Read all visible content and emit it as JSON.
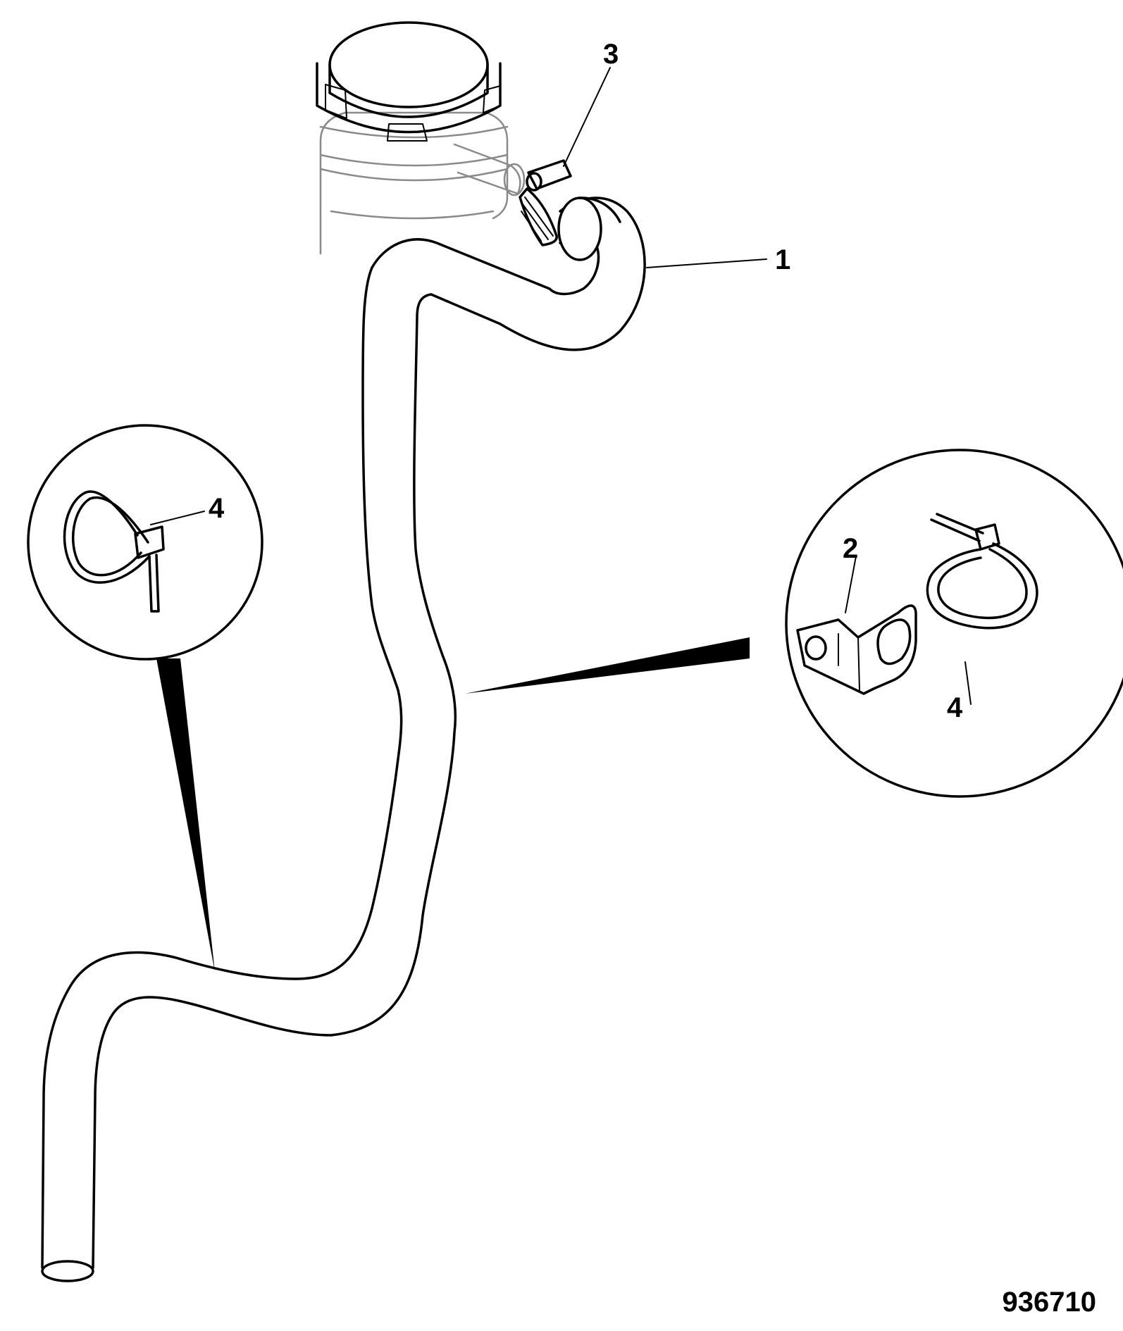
{
  "callouts": {
    "hose": "1",
    "bracket": "2",
    "hose_clip": "3",
    "cable_tie_left": "4",
    "cable_tie_right": "4"
  },
  "figure_number": "936710",
  "colors": {
    "line": "#000000",
    "reservoir_outline": "#8a8a8a",
    "background": "#ffffff"
  }
}
